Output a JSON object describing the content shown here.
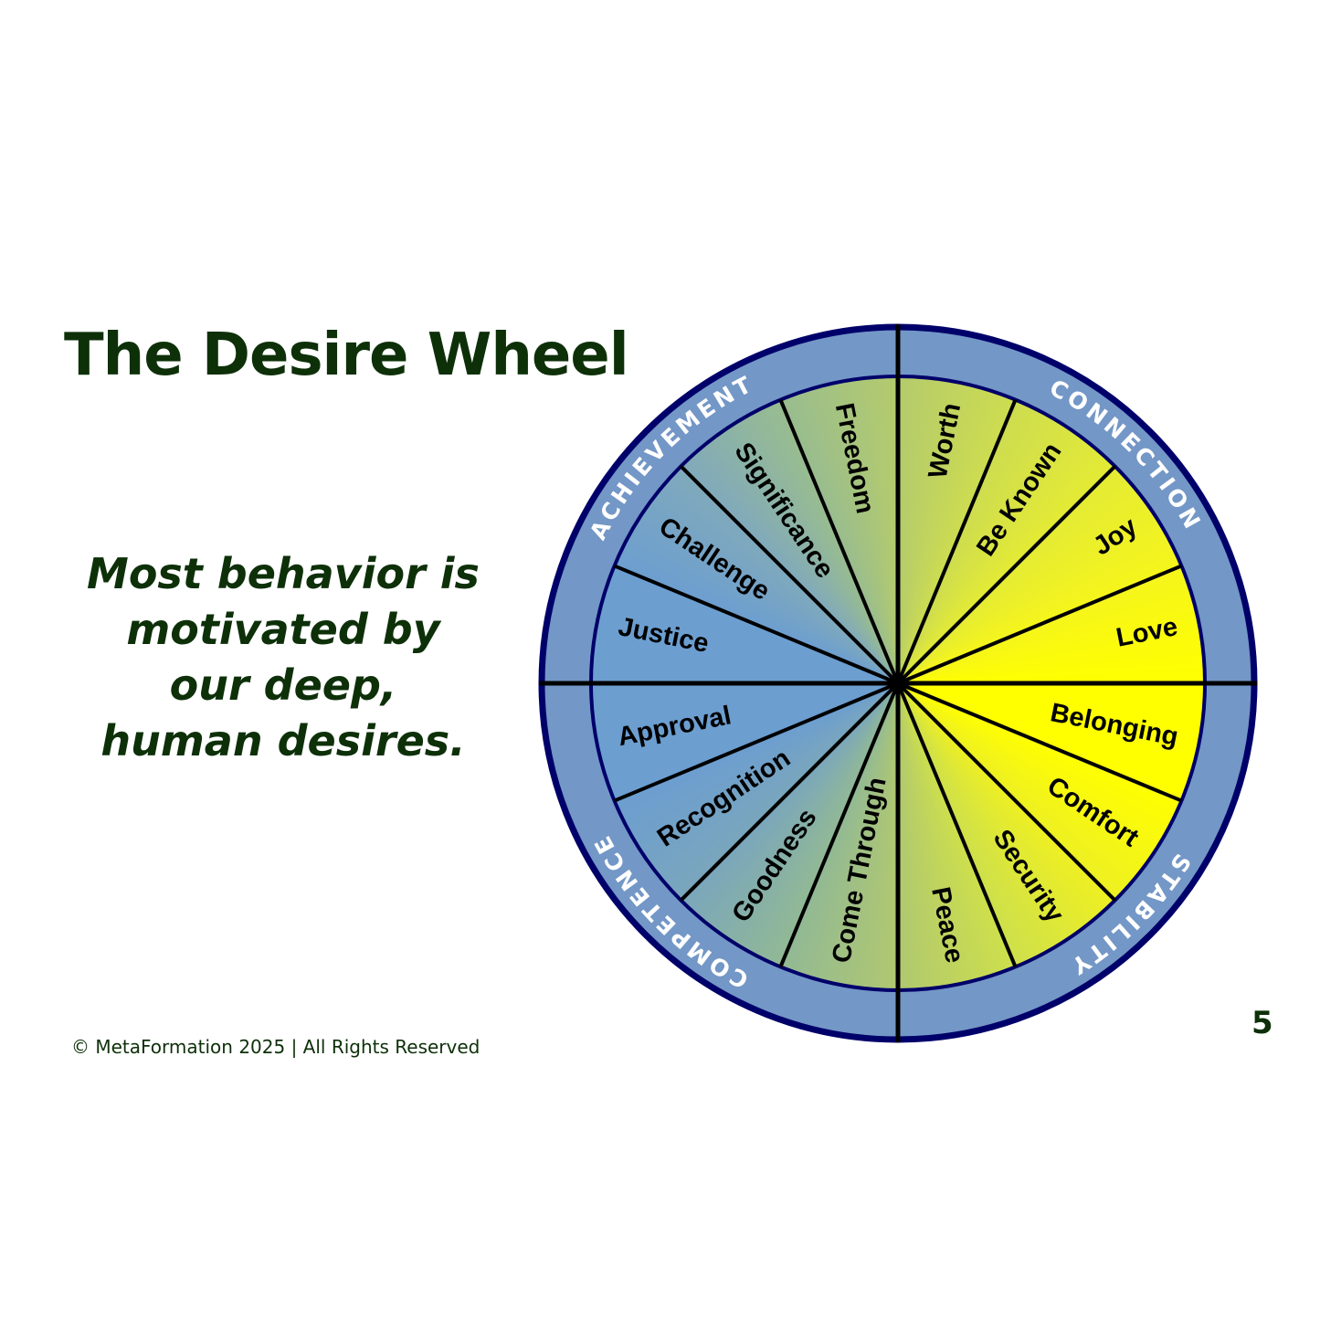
{
  "title": "The Desire Wheel",
  "tagline": [
    "Most behavior is",
    "motivated by",
    "our deep,",
    "human desires."
  ],
  "footer": "© MetaFormation 2025 | All Rights Reserved",
  "page_number": "5",
  "wheel": {
    "categories": [
      "CONNECTION",
      "STABILITY",
      "COMPETENCE",
      "ACHIEVEMENT"
    ],
    "segments_clockwise_from_top": [
      "Worth",
      "Be Known",
      "Joy",
      "Love",
      "Belonging",
      "Comfort",
      "Security",
      "Peace",
      "Come Through",
      "Goodness",
      "Recognition",
      "Approval",
      "Justice",
      "Challenge",
      "Significance",
      "Freedom"
    ],
    "colors": {
      "ring": "#7397c6",
      "border": "#00006a",
      "yellow": "#ffff00",
      "blue": "#6c9ed0",
      "green": "#a8c47a",
      "text_dark": "#0d3009"
    }
  }
}
